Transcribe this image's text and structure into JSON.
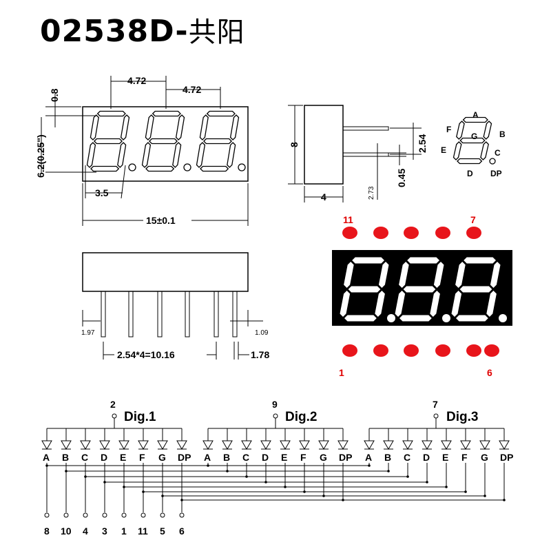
{
  "title": {
    "code": "02538D-",
    "suffix": "共阳"
  },
  "colors": {
    "led_red": "#e8151b",
    "display_body": "#000000",
    "segment_lit": "#ffffff",
    "pin_label": "#e00000"
  },
  "front_view": {
    "dim_pitch_1": "4.72",
    "dim_pitch_2": "4.72",
    "dim_top": "0.8",
    "dim_height": "6.2(0.25\")",
    "dim_seg": "3.5",
    "dim_width": "15±0.1"
  },
  "side_view": {
    "dim_body": "8",
    "dim_pin_offset": "2.54",
    "dim_depth": "4",
    "dim_pin_len": "2.73",
    "dim_pin_dia": "0.45"
  },
  "segment_legend": [
    "A",
    "B",
    "C",
    "D",
    "E",
    "F",
    "G",
    "DP"
  ],
  "bottom_view": {
    "dim_left": "1.97",
    "dim_right": "1.09",
    "dim_pitch": "2.54*4=10.16",
    "dim_end": "1.78"
  },
  "pinout": {
    "top_left": "11",
    "top_right": "7",
    "bottom_left": "1",
    "bottom_right": "6"
  },
  "schematic": {
    "digits": [
      {
        "name": "Dig.1",
        "pin": "2"
      },
      {
        "name": "Dig.2",
        "pin": "9"
      },
      {
        "name": "Dig.3",
        "pin": "7"
      }
    ],
    "segment_labels": [
      "A",
      "B",
      "C",
      "D",
      "E",
      "F",
      "G",
      "DP"
    ],
    "segment_pins": [
      "8",
      "10",
      "4",
      "3",
      "1",
      "11",
      "5",
      "6"
    ]
  }
}
